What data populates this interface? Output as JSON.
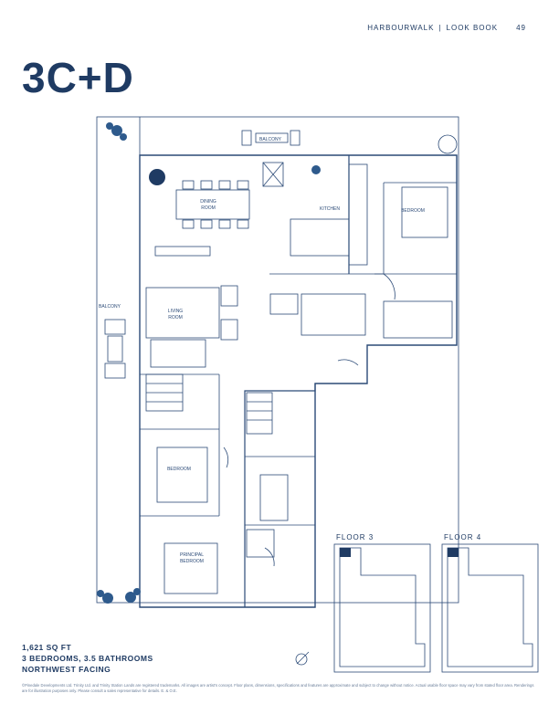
{
  "header": {
    "project": "HARBOURWALK",
    "section": "LOOK BOOK",
    "page_number": "49"
  },
  "unit": {
    "name": "3C+D"
  },
  "rooms": {
    "balcony_top": "BALCONY",
    "balcony_side": "BALCONY",
    "dining_line1": "DINING",
    "dining_line2": "ROOM",
    "kitchen": "KITCHEN",
    "bedroom_top": "BEDROOM",
    "living_line1": "LIVING",
    "living_line2": "ROOM",
    "bedroom_mid": "BEDROOM",
    "principal_line1": "PRINCIPAL",
    "principal_line2": "BEDROOM"
  },
  "keyplans": {
    "floor3": "FLOOR 3",
    "floor4": "FLOOR 4"
  },
  "specs": {
    "area": "1,621 SQ FT",
    "rooms": "3 BEDROOMS, 3.5 BATHROOMS",
    "facing": "NORTHWEST FACING"
  },
  "disclaimer": "©Pinedale Developments Ltd. Trinity Ltd. and Trinity Station Lands are registered trademarks. All images are artist's concept. Floor plans, dimensions, specifications and features are approximate and subject to change without notice. Actual usable floor space may vary from stated floor area. Renderings are for illustration purposes only. Please consult a sales representative for details. E. & O.E.",
  "colors": {
    "brand": "#1f3b63",
    "plan_line": "#2b4a77",
    "plants": "#2e5a8c",
    "accent_dot": "#1f3b63"
  }
}
